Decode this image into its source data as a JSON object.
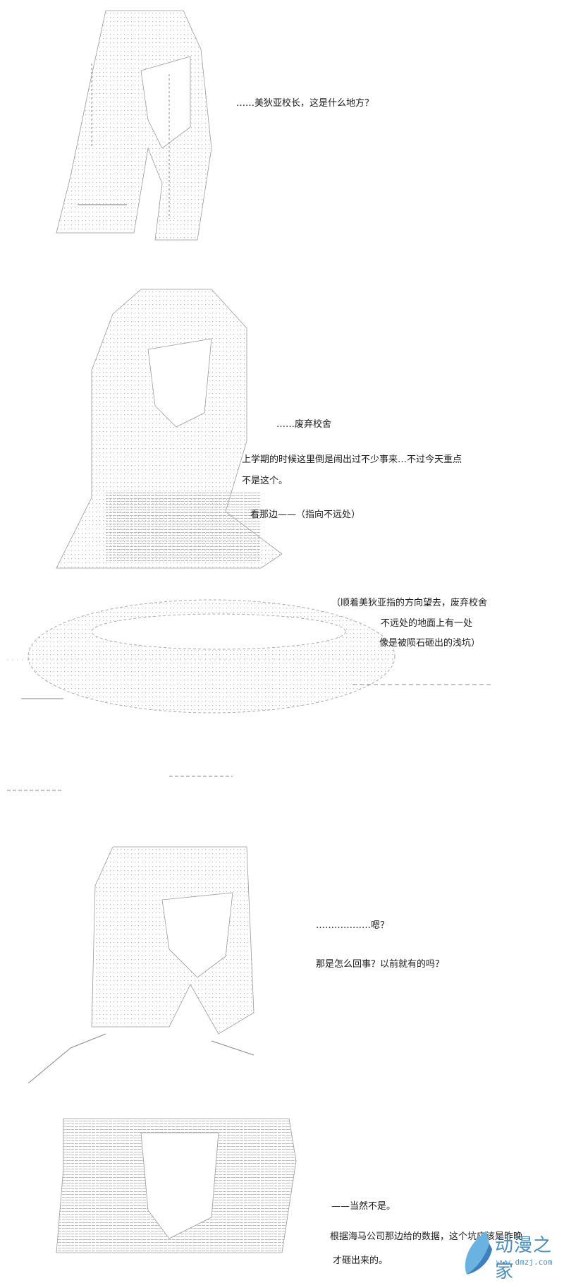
{
  "panel1": {
    "line1": "……美狄亚校长，这是什么地方？"
  },
  "panel2": {
    "line1": "……废弃校舍",
    "line2": "上学期的时候这里倒是闹出过不少事来…不过今天重点",
    "line3": "不是这个。",
    "line4": "看那边——（指向不远处）"
  },
  "panel3": {
    "line1": "（顺着美狄亚指的方向望去，废弃校舍",
    "line2": "不远处的地面上有一处",
    "line3": "像是被陨石砸出的浅坑）"
  },
  "panel4": {
    "line1": "………………嗯？",
    "line2": "那是怎么回事？以前就有的吗？"
  },
  "panel5": {
    "line1": "——当然不是。",
    "line2": "根据海马公司那边给的数据，这个坑应该是昨晚",
    "line3": "才砸出来的。"
  },
  "watermark": {
    "name": "动漫之家",
    "url": "www.dmzj.com",
    "color": "#4a8fc4"
  }
}
